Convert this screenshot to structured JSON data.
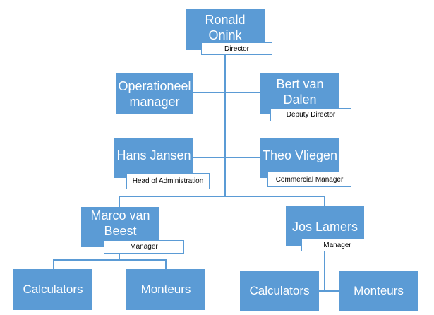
{
  "nodes": {
    "director": {
      "name": "Ronald Onink",
      "title": "Director"
    },
    "operationeel": {
      "name": "Operationeel manager"
    },
    "bert": {
      "name": "Bert van Dalen",
      "title": "Deputy Director"
    },
    "hans": {
      "name": "Hans Jansen",
      "title": "Head of Administration"
    },
    "theo": {
      "name": "Theo Vliegen",
      "title": "Commercial Manager"
    },
    "marco": {
      "name": "Marco van Beest",
      "title": "Manager"
    },
    "jos": {
      "name": "Jos Lamers",
      "title": "Manager"
    },
    "marco_calc": {
      "name": "Calculators"
    },
    "marco_mont": {
      "name": "Monteurs"
    },
    "jos_calc": {
      "name": "Calculators"
    },
    "jos_mont": {
      "name": "Monteurs"
    }
  },
  "colors": {
    "box": "#5b9bd5",
    "text": "#ffffff",
    "line": "#5b9bd5"
  }
}
